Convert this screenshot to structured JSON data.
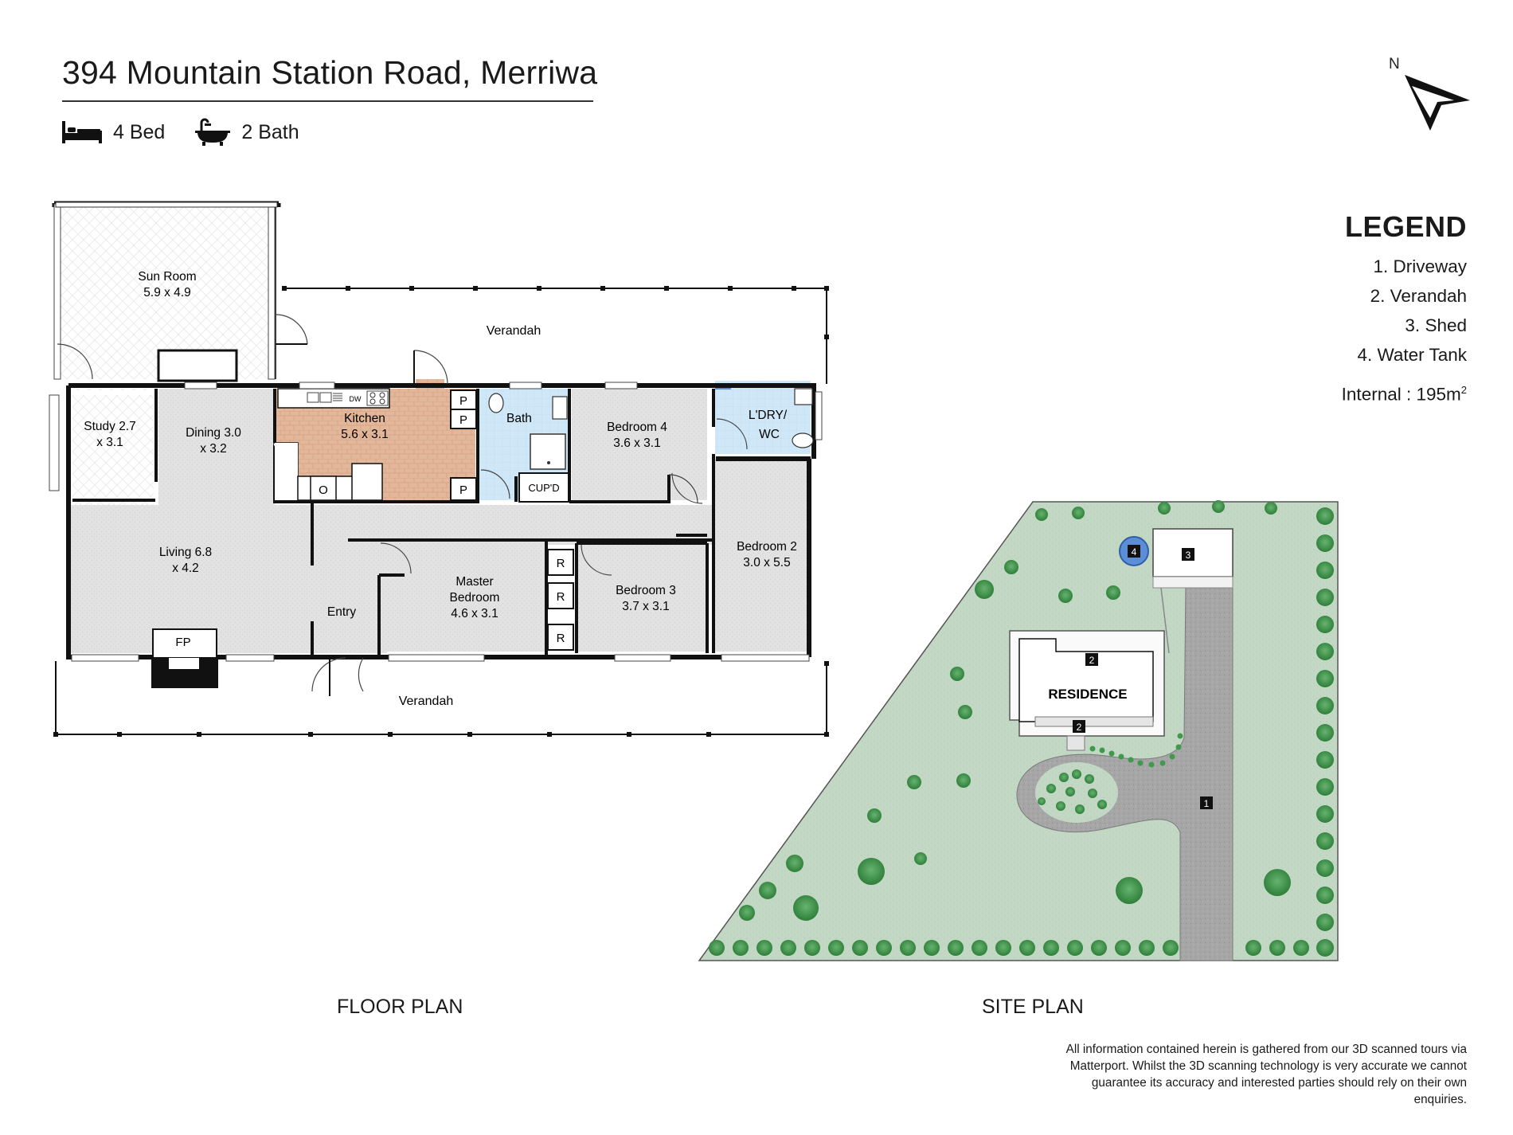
{
  "header": {
    "title": "394 Mountain Station Road, Merriwa",
    "beds": "4 Bed",
    "baths": "2 Bath"
  },
  "compass": {
    "label": "N"
  },
  "legend": {
    "title": "LEGEND",
    "items": [
      "1. Driveway",
      "2. Verandah",
      "3. Shed",
      "4. Water Tank"
    ],
    "internal_label": "Internal : 195m",
    "internal_unit_sup": "2"
  },
  "floor_plan": {
    "caption": "FLOOR PLAN",
    "sun_room": {
      "name": "Sun Room",
      "size": "5.9 x 4.9"
    },
    "verandah_top": "Verandah",
    "verandah_bottom": "Verandah",
    "study": {
      "name": "Study 2.7",
      "size": "x 3.1"
    },
    "dining": {
      "name": "Dining 3.0",
      "size": "x 3.2"
    },
    "kitchen": {
      "name": "Kitchen",
      "size": "5.6 x 3.1"
    },
    "bath": {
      "name": "Bath"
    },
    "bedroom4": {
      "name": "Bedroom 4",
      "size": "3.6 x 3.1"
    },
    "laundry": {
      "name": "L'DRY/",
      "name2": "WC"
    },
    "living": {
      "name": "Living 6.8",
      "size": "x 4.2"
    },
    "master": {
      "name": "Master",
      "name2": "Bedroom",
      "size": "4.6 x 3.1"
    },
    "bedroom3": {
      "name": "Bedroom 3",
      "size": "3.7 x 3.1"
    },
    "bedroom2": {
      "name": "Bedroom 2",
      "size": "3.0 x 5.5"
    },
    "entry": "Entry",
    "fireplace": "FP",
    "cupboard": "CUP'D",
    "pantry": "P",
    "robe": "R",
    "oven": "O",
    "dishwasher": "DW"
  },
  "site_plan": {
    "caption": "SITE PLAN",
    "residence": "RESIDENCE",
    "marker_driveway": "1",
    "marker_verandah": "2",
    "marker_shed": "3",
    "marker_tank": "4"
  },
  "disclaimer": "All information contained herein is gathered from our 3D scanned tours via Matterport. Whilst the 3D scanning technology is very accurate we cannot guarantee its accuracy and interested parties should rely on their own enquiries.",
  "colors": {
    "lawn": "#c3d8c4",
    "tree": "#3f9a4c",
    "driveway": "#a6a6a6",
    "kitchen": "#e3b79a",
    "wet_area": "#cfe7f7",
    "floor": "#e3e3e3",
    "tank": "#5b8ed6"
  }
}
